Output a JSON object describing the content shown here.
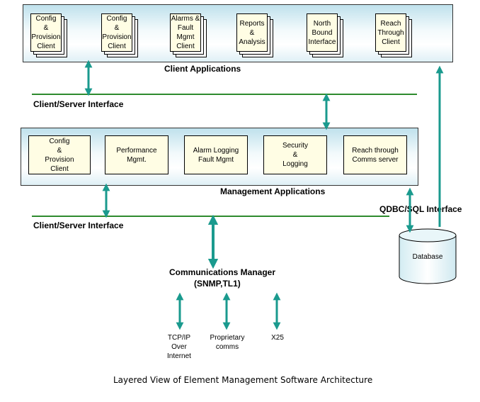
{
  "client_tier": {
    "label": "Client Applications",
    "boxes": [
      "Config\n&\nProvision\nClient",
      "Config\n&\nProvision\nClient",
      "Alarms &\nFault\nMgmt\nClient",
      "Reports\n&\nAnalysis",
      "North\nBound\nInterface",
      "Reach\nThrough\nClient"
    ]
  },
  "upper_interface": {
    "label": "Client/Server Interface"
  },
  "management_tier": {
    "label": "Management Applications",
    "boxes": [
      "Config\n&\nProvision\nClient",
      "Performance\nMgmt.",
      "Alarm Logging\nFault Mgmt",
      "Security\n&\nLogging",
      "Reach through\nComms server"
    ]
  },
  "lower_interface": {
    "label": "Client/Server Interface"
  },
  "odbc_label": "QDBC/SQL Interface",
  "database": {
    "label": "Database"
  },
  "comms_manager": {
    "title": "Communications Manager",
    "subtitle": "(SNMP,TL1)"
  },
  "protocols": [
    "TCP/IP\nOver\nInternet",
    "Proprietary\ncomms",
    "X25"
  ],
  "caption": "Layered View of Element Management Software Architecture",
  "colors": {
    "arrow": "#1a9a8e",
    "rule": "#2e8b2e",
    "box_fill": "#fffde4",
    "tier_top": "#bfe1ec"
  }
}
